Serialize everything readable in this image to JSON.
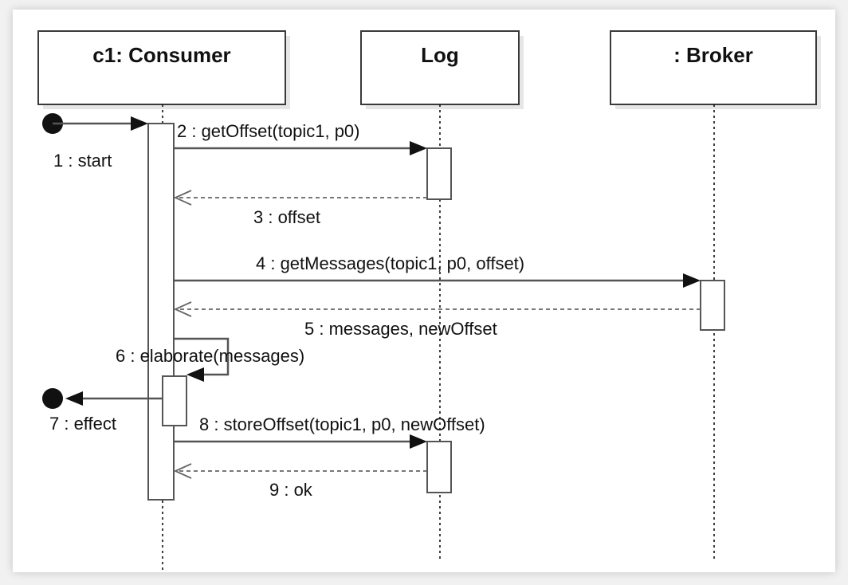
{
  "participants": [
    {
      "id": "consumer",
      "label": "c1: Consumer"
    },
    {
      "id": "log",
      "label": "Log"
    },
    {
      "id": "broker",
      "label": ": Broker"
    }
  ],
  "messages": [
    {
      "id": "m1",
      "label": "1 : start"
    },
    {
      "id": "m2",
      "label": "2 : getOffset(topic1, p0)"
    },
    {
      "id": "m3",
      "label": "3 : offset"
    },
    {
      "id": "m4",
      "label": "4 : getMessages(topic1, p0, offset)"
    },
    {
      "id": "m5",
      "label": "5 : messages, newOffset"
    },
    {
      "id": "m6",
      "label": "6 : elaborate(messages)"
    },
    {
      "id": "m7",
      "label": "7 : effect"
    },
    {
      "id": "m8",
      "label": "8 : storeOffset(topic1, p0, newOffset)"
    },
    {
      "id": "m9",
      "label": "9 : ok"
    }
  ]
}
